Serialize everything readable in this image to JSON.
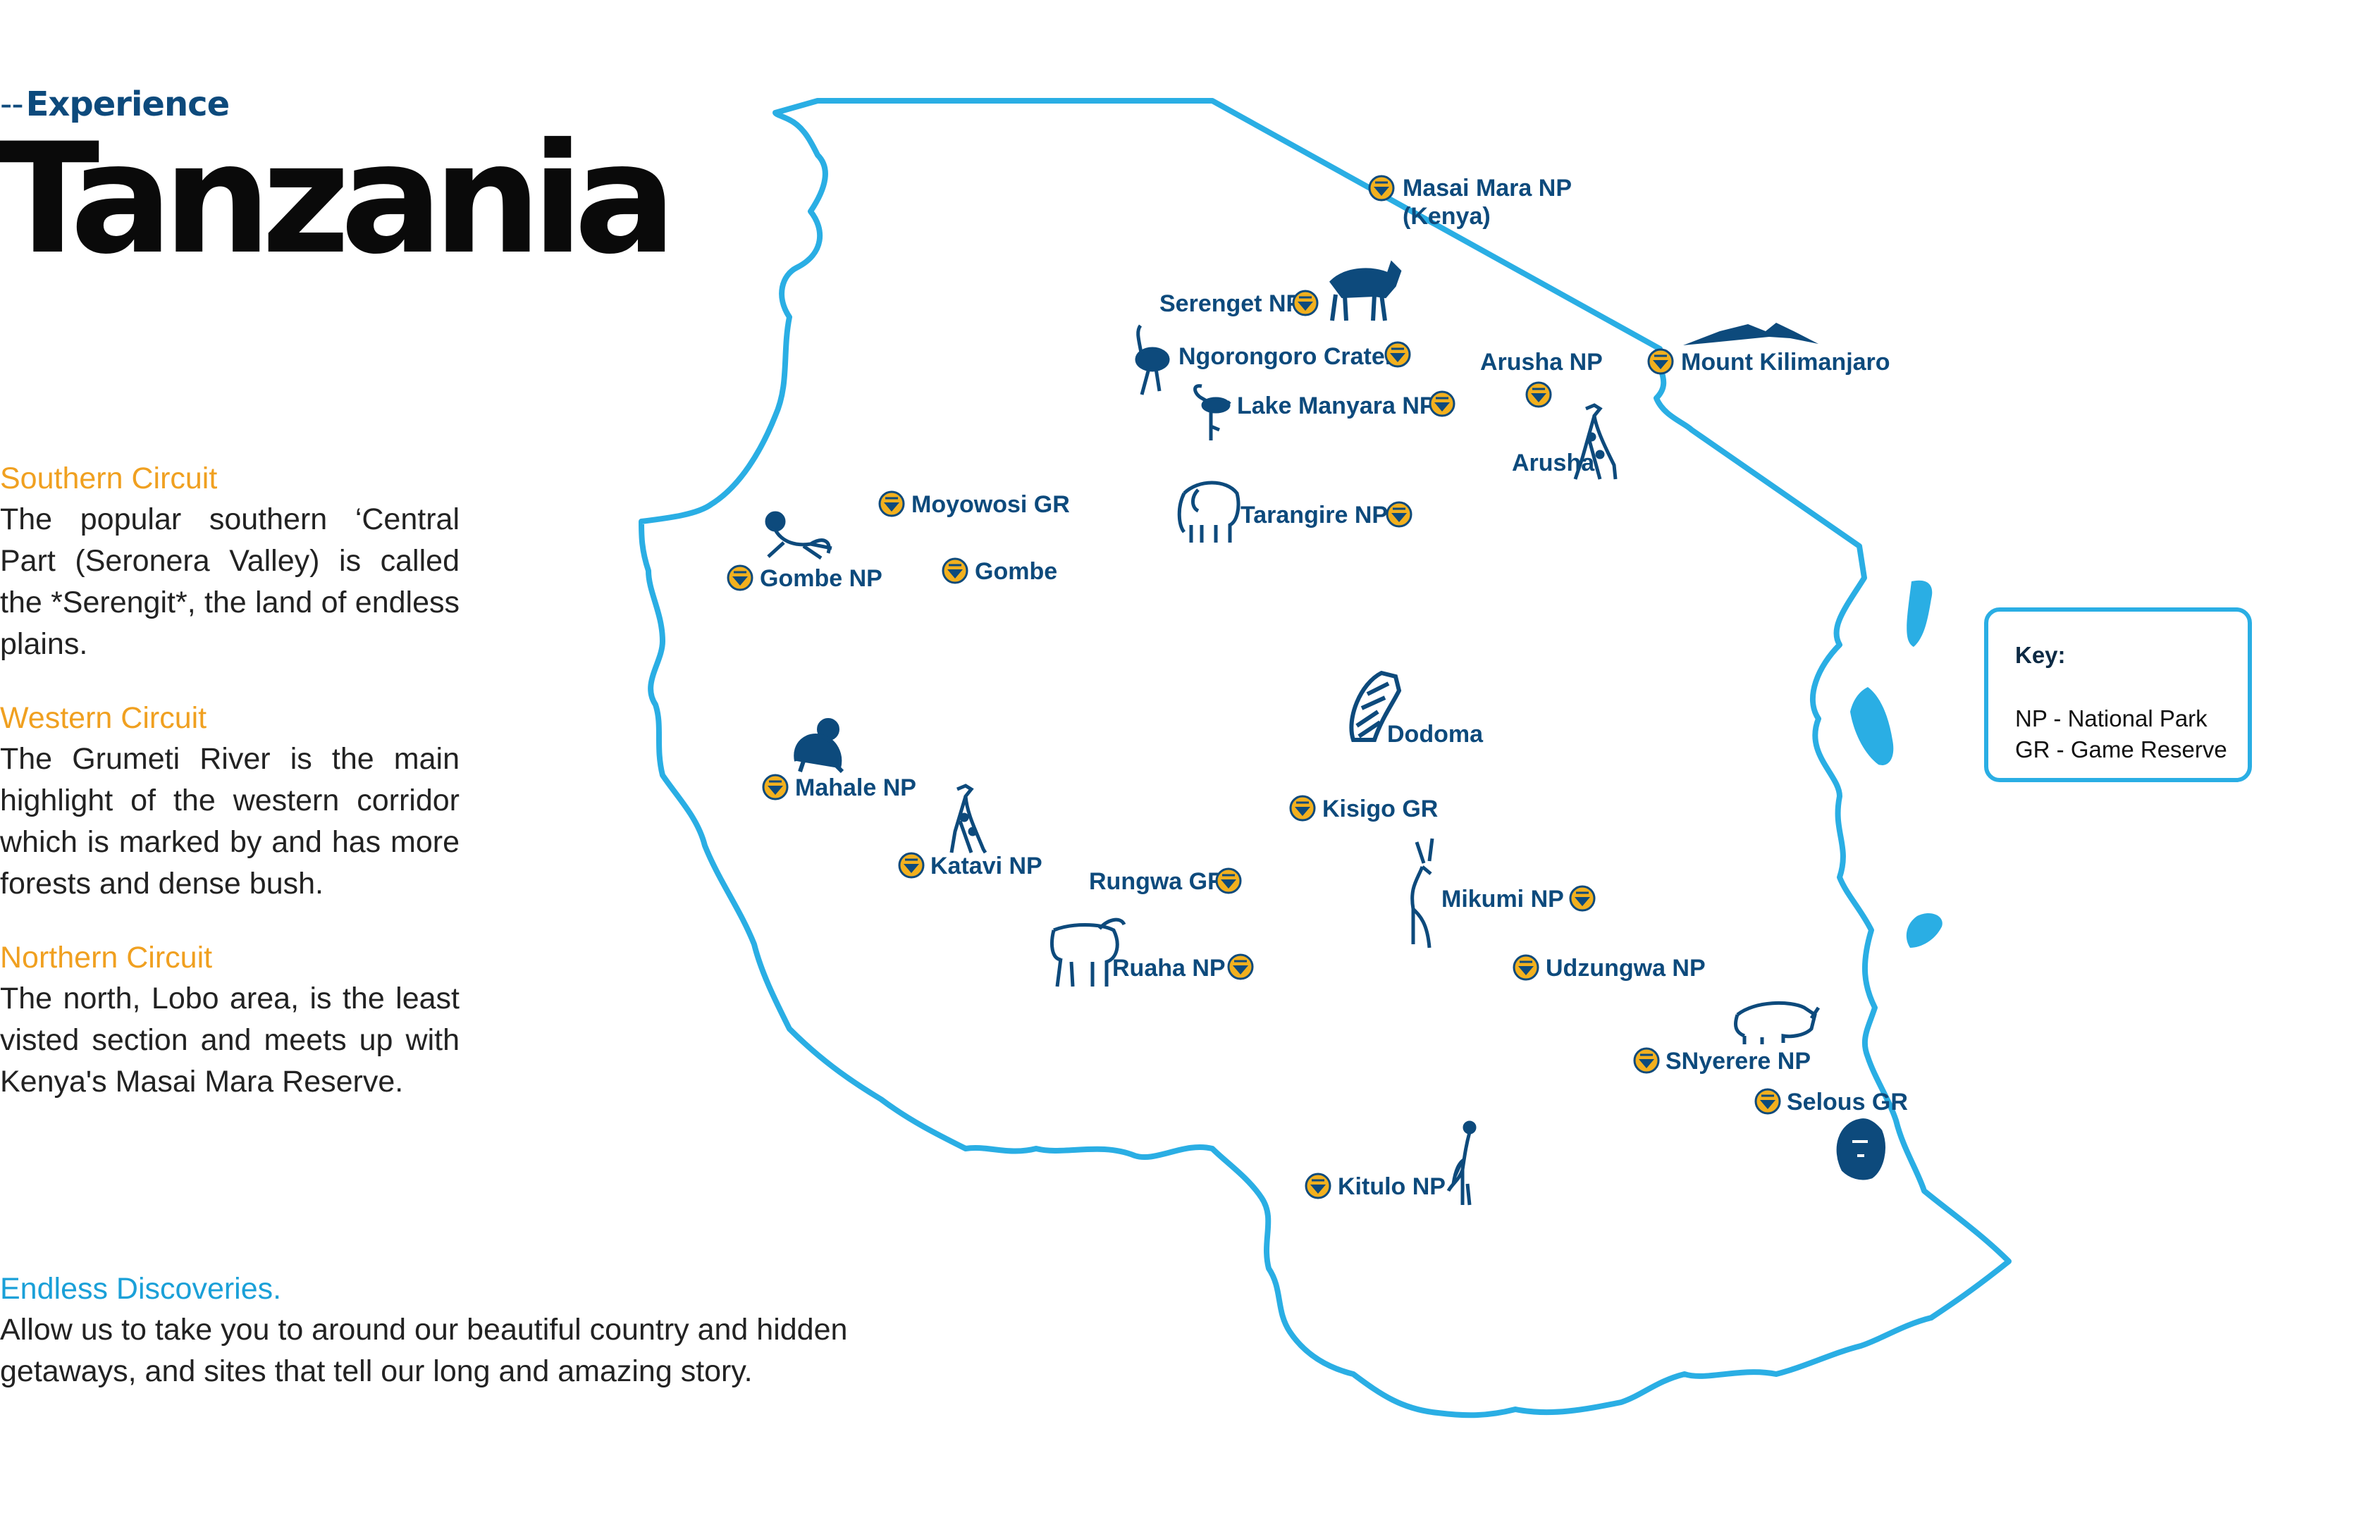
{
  "header": {
    "eyebrow_dash": "--",
    "eyebrow": "Experience",
    "title": "Tanzania"
  },
  "sections": [
    {
      "title": "Southern Circuit",
      "body": "The popular southern ‘Central Part (Seronera Valley) is called the *Serengit*, the land of endless plains."
    },
    {
      "title": "Western Circuit",
      "body": "The Grumeti River is the main highlight of the western corridor which is marked by and has more forests and dense bush."
    },
    {
      "title": "Northern Circuit",
      "body": "The north, Lobo area, is the least visted section and meets up with Kenya's Masai Mara Reserve."
    }
  ],
  "discover": {
    "title": "Endless Discoveries.",
    "body": "Allow us to take you to around our beautiful country and hidden getaways, and sites that tell our long and amazing story."
  },
  "key": {
    "title": "Key:",
    "np": "NP - National Park",
    "gr": "GR - Game Reserve"
  },
  "colors": {
    "border": "#2aaee4",
    "label": "#0d4a7c",
    "accent": "#f0a020",
    "discover": "#1aa0d8"
  },
  "map": {
    "places": [
      {
        "label": "Masai Mara NP",
        "label2": "(Kenya)",
        "icon": "badge-icon"
      },
      {
        "label": "Serenget NP",
        "icon": "wildebeest-icon"
      },
      {
        "label": "Ngorongoro Crater",
        "icon": "ostrich-icon"
      },
      {
        "label": "Lake Manyara NP",
        "icon": "flamingo-icon"
      },
      {
        "label": "Arusha NP",
        "icon": "badge-icon"
      },
      {
        "label": "Mount Kilimanjaro",
        "icon": "mountain-icon"
      },
      {
        "label": "Arusha",
        "icon": "giraffe-icon"
      },
      {
        "label": "Tarangire NP",
        "icon": "elephant-icon"
      },
      {
        "label": "Moyowosi GR",
        "icon": "badge-icon"
      },
      {
        "label": "Gombe NP",
        "icon": "monkey-icon"
      },
      {
        "label": "Gombe",
        "icon": "badge-icon"
      },
      {
        "label": "Dodoma",
        "icon": "zebra-icon"
      },
      {
        "label": "Mahale NP",
        "icon": "chimpanzee-icon"
      },
      {
        "label": "Kisigo GR",
        "icon": "badge-icon"
      },
      {
        "label": "Katavi NP",
        "icon": "giraffe-icon"
      },
      {
        "label": "Rungwa GR",
        "icon": "badge-icon"
      },
      {
        "label": "Mikumi NP",
        "icon": "antelope-icon"
      },
      {
        "label": "Ruaha NP",
        "icon": "buffalo-icon"
      },
      {
        "label": "Udzungwa NP",
        "icon": "badge-icon"
      },
      {
        "label": "SNyerere NP",
        "icon": "rhino-icon"
      },
      {
        "label": "Selous GR",
        "icon": "lion-icon"
      },
      {
        "label": "Kitulo NP",
        "icon": "crane-icon"
      }
    ]
  }
}
